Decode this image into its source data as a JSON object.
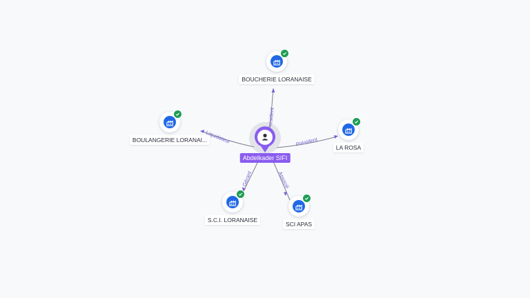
{
  "center": {
    "name": "Abdelkader SIFI",
    "icon": "person-icon",
    "color": "#8a5cf0"
  },
  "companies": [
    {
      "id": "boucherie",
      "name": "BOUCHERIE LORANAISE",
      "role": "Président",
      "icon": "building-icon",
      "status": "verified"
    },
    {
      "id": "boulangerie",
      "name": "BOULANGERIE LORANAI...",
      "role": "Liquidateur",
      "icon": "building-icon",
      "status": "verified"
    },
    {
      "id": "larosa",
      "name": "LA ROSA",
      "role": "Président",
      "icon": "building-icon",
      "status": "verified"
    },
    {
      "id": "sci-loranaise",
      "name": "S.C.I. LORANAISE",
      "role": "Gérant",
      "icon": "building-icon",
      "status": "verified"
    },
    {
      "id": "sci-apas",
      "name": "SCI APAS",
      "role": "Associé",
      "icon": "building-icon",
      "status": "verified"
    }
  ],
  "colors": {
    "company_icon": "#2168e6",
    "check_badge": "#1f9d55",
    "edge": "#7a7f8c",
    "edge_label": "#7b61d6"
  }
}
